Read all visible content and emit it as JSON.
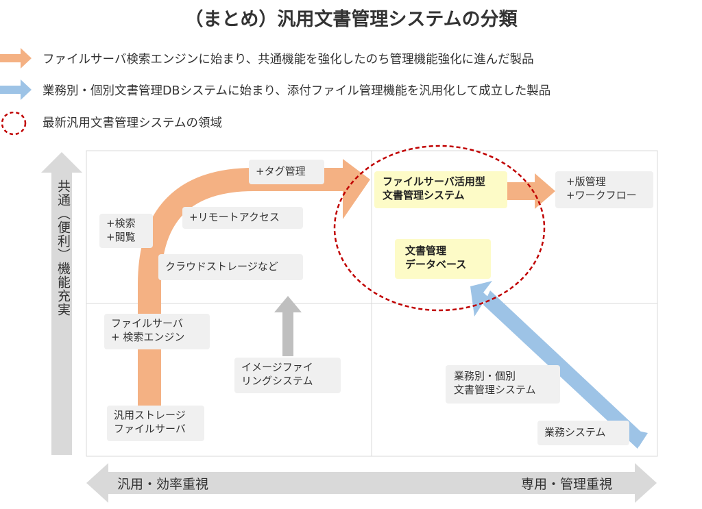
{
  "title": "（まとめ）汎用文書管理システムの分類",
  "legend": [
    {
      "icon": "orange-arrow-icon",
      "color": "#f4b183",
      "text": "ファイルサーバ検索エンジンに始まり、共通機能を強化したのち管理機能強化に進んだ製品"
    },
    {
      "icon": "blue-arrow-icon",
      "color": "#9dc3e6",
      "text": "業務別・個別文書管理DBシステムに始まり、添付ファイル管理機能を汎用化して成立した製品"
    },
    {
      "icon": "dashed-circle-icon",
      "color": "#c00000",
      "text": "最新汎用文書管理システムの領域"
    }
  ],
  "axes": {
    "y_label": "共通（便利）機能充実",
    "x_left": "汎用・効率重視",
    "x_right": "専用・管理重視"
  },
  "boxes": {
    "tag": "+タグ管理",
    "remote": "+リモートアクセス",
    "search_line1": "+検索",
    "search_line2": "+閲覧",
    "cloud": "クラウドストレージなど",
    "fileserver_line1": "ファイルサーバ",
    "fileserver_line2": "+ 検索エンジン",
    "image_line1": "イメージファイ",
    "image_line2": "リングシステム",
    "storage_line1": "汎用ストレージ",
    "storage_line2": "ファイルサーバ",
    "fs_type_line1": "ファイルサーバ活用型",
    "fs_type_line2": "文書管理システム",
    "db_line1": "文書管理",
    "db_line2": "データベース",
    "version_line1": "+版管理",
    "version_line2": "+ワークフロー",
    "biz_individual_line1": "業務別・個別",
    "biz_individual_line2": "文書管理システム",
    "biz_system": "業務システム"
  },
  "colors": {
    "orange": "#f4b183",
    "blue": "#9dc3e6",
    "gray_arrow": "#bfbfbf",
    "axis_arrow": "#d9d9d9",
    "dashed_red": "#c00000",
    "highlight": "#fdfbc7"
  }
}
